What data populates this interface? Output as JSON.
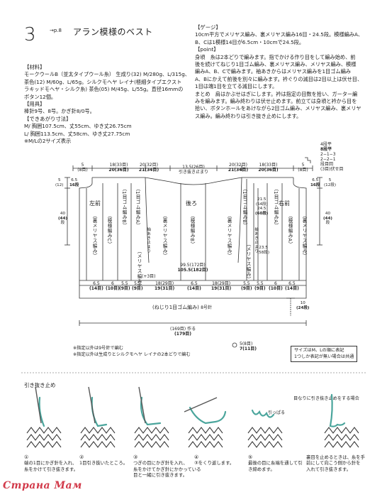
{
  "header": {
    "number": "3",
    "page_ref": "→p.8",
    "title": "アラン模様のベスト"
  },
  "materials": {
    "heading": "【材料】",
    "lines": [
      "モークウールB（並太タイプウール糸） 生成り(32) M/280g、L/315g、",
      "茶色(12) M/60g、L/65g。シルクモヘヤ レイナ(極細タイプエクスト",
      "ラキッドモヘヤ・シルク糸) 茶色(05) M/45g、L/55g。直径16mmの",
      "ボタン12個。"
    ]
  },
  "tools": {
    "heading": "【用具】",
    "lines": [
      "棒針9号、8号。かぎ針8/0号。"
    ]
  },
  "finished": {
    "heading": "【できあがり寸法】",
    "lines": [
      "M/ 胸囲107.5cm、丈55cm、ゆき丈26.75cm",
      "L/ 胸囲113.5cm、丈58cm、ゆき丈27.75cm",
      "※M/Lの2サイズ表示"
    ]
  },
  "gauge": {
    "heading": "【ゲージ】",
    "lines": [
      "10cm平方でメリヤス編み、裏メリヤス編み16目・24.5段。模様編みA、",
      "B、Cは1模様14目が6.5cm・10cmで24.5段。"
    ]
  },
  "point": {
    "heading": "【point】",
    "lines": [
      "身頃　糸は2本どりで編みます。指でかける作り目をして編み始め、前",
      "後を続けてねじり1目ゴム編み、裏メリヤス編み、メリヤス編み、模様",
      "編みA、B、Cで編みます。袖あきからはメリヤス編みを1目ゴム編み",
      "A、Bにかえて前後を別々に編みます。衿ぐりの減目は2目以上は伏せ目、",
      "1目は端1目を立てる減目にします。",
      "まとめ　肩はかぶせはぎにします。衿は指定の目数を拾い、ガーター編",
      "みを編みます。編み終わりは伏せ止めます。前立ては身頃と衿から目を",
      "拾い、ボタンホールをあけながら2目ゴム編み、メリヤス編み、裏メリヤ",
      "ス編み。編み終わりは引き抜き止めにします。"
    ]
  },
  "diagram": {
    "top": [
      {
        "cm": "5",
        "st": "(8目)"
      },
      {
        "cm": "18(33目)",
        "st": "20(36目)"
      },
      {
        "cm": "20(32目)",
        "st": "21(34目)"
      },
      {
        "cm": "13.5(26目)",
        "st": "引き抜き止まり"
      },
      {
        "cm": "20(32目)",
        "st": "21(34目)"
      },
      {
        "cm": "18(33目)",
        "st": "20(36目)"
      },
      {
        "cm": "5",
        "st": "(8目)"
      }
    ],
    "shoulder_rows": {
      "a": "4段平",
      "b": "8段平",
      "c": "2−1−3",
      "d": "2−2−1",
      "e": "段目回",
      "f": "(3目)伏せ目"
    },
    "left_side": {
      "a": "5",
      "b": "(12)",
      "c": "6.5",
      "d": "16段",
      "e": "40",
      "f": "(44)",
      "g": "段"
    },
    "right_side": {
      "a": "5",
      "b": "(12段)",
      "c": "6.5",
      "d": "16段",
      "e": "40",
      "f": "(44)",
      "g": "段"
    },
    "labels": {
      "left_front": "左前",
      "back": "後ろ",
      "right_front": "右前",
      "rib_b": "1目ゴム編みB",
      "rib_a": "1目ゴム編みA",
      "rev_st": "裏メリヤス編み",
      "pat_c": "模様編みC",
      "pat_b": "模様編みB",
      "pat_a": "模様編みA",
      "st_st": "メリヤス編み",
      "buttonhole": "抽あき止まり",
      "front_depth_a": "21.5",
      "front_depth_b": "(54段)",
      "front_depth_c": "24.5",
      "front_depth_d": "(60段)",
      "inner_a": "23.5",
      "inner_b": "(58段)",
      "body": "99.5(172目)",
      "body_l": "105.5(182目)",
      "plus": "(+3目)",
      "hem_rib": "(ねじり1目ゴム編み)",
      "hem_needle": "8号針",
      "hem_h_a": "10",
      "hem_h_b": "(24段)",
      "cast_on": "作る",
      "cast_a": "(169目)",
      "cast_b": "(179目)",
      "btn_a": "5(8目)",
      "btn_b": "7(11目)"
    },
    "bottom": [
      {
        "cm": "6.5",
        "st": "(14目)"
      },
      {
        "cm": "6",
        "st": "(10目)"
      },
      {
        "cm": "5.5",
        "st": "(9目)"
      },
      {
        "cm": "5.5",
        "st": "(9目)"
      },
      {
        "cm": "18(29目)",
        "st": "19(31目)"
      },
      {
        "cm": "6.5",
        "st": "(14目)"
      },
      {
        "cm": "18(29目)",
        "st": "19(31目)"
      },
      {
        "cm": "5.5",
        "st": "(9目)"
      },
      {
        "cm": "5.5",
        "st": "(9目)"
      },
      {
        "cm": "6",
        "st": "(10目)"
      },
      {
        "cm": "6.5",
        "st": "(14目)"
      }
    ]
  },
  "notes": [
    "※指定以外は9号針で編む",
    "※指定以外は生成りとシルクモヘヤ レイナの2本どりで編む"
  ],
  "legend_box": [
    "サイズはM、Lの順に表記",
    "1つしか表記が無い場合は共通"
  ],
  "bindoff": {
    "heading": "引き抜き止め",
    "side_heading": "目なりに引き抜き止めをする場合",
    "pull_label": "引っぱる",
    "steps": [
      {
        "n": "①",
        "lines": [
          "端の1目にかぎ針を入れ、",
          "糸をかけて引き抜きます。"
        ]
      },
      {
        "n": "②",
        "lines": [
          "1目引き抜いたところ。"
        ]
      },
      {
        "n": "③",
        "lines": [
          "つぎの目にかぎ針を入れ、",
          "糸をかけてかぎ針にかかっている",
          "目と一緒に引き抜きます。"
        ]
      },
      {
        "n": "④",
        "lines": [
          "③をくり返します。"
        ]
      },
      {
        "n": "⑤",
        "lines": [
          "最後の目に糸端を通して引",
          "き締めます。"
        ]
      },
      {
        "n": "",
        "lines": [
          "裏目を止めるときは、糸を手",
          "前にして向こう側から針を",
          "入れて引き抜きます。"
        ]
      }
    ]
  },
  "watermark": "Страна Мам"
}
